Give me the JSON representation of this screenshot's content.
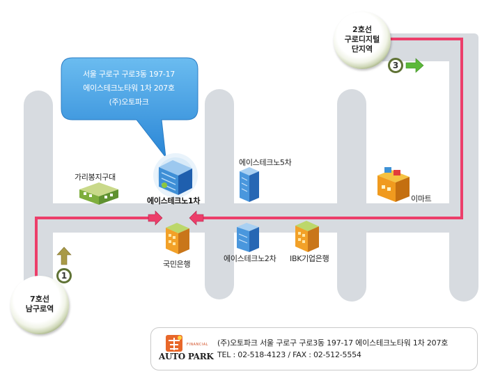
{
  "bubble": {
    "line1": "서울 구로구 구로3동 197-17",
    "line2": "에이스테크노타워 1차 207호",
    "line3": "(주)오토파크"
  },
  "stations": {
    "top": {
      "line1": "2호선",
      "line2": "구로디지털",
      "line3": "단지역"
    },
    "bottom": {
      "line1": "7호선",
      "line2": "남구로역"
    }
  },
  "exits": {
    "exit1": "1",
    "exit3": "3"
  },
  "buildings": {
    "garibong": "가리봉지구대",
    "acetechno1": "에이스테크노1차",
    "acetechno5": "에이스테크노5차",
    "emart": "이마트",
    "kookmin": "국민은행",
    "acetechno2": "에이스테크노2차",
    "ibk": "IBK기업은행"
  },
  "info": {
    "logo_small": "FINANCIAL",
    "logo_text": "AUTO PARK",
    "address": "(주)오토파크   서울 구로구 구로3동 197-17 에이스테크노타워 1차 207호",
    "contact": "TEL : 02-518-4123   / FAX : 02-512-5554"
  },
  "colors": {
    "road": "#d7dbe0",
    "route": "#ec3e6a",
    "bubble": "#3d9ae0",
    "station_ring": "#5f7235",
    "arrow_green": "#58b437",
    "arrow_olive": "#9a8a3c",
    "arrow_pink": "#ec3e6a"
  }
}
